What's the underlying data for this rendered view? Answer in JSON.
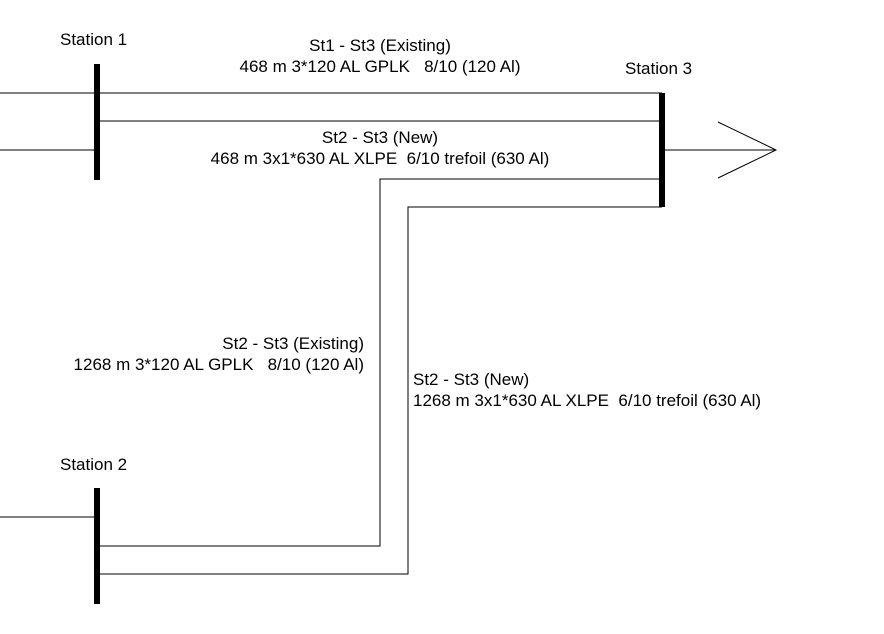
{
  "stations": {
    "st1": "Station 1",
    "st2": "Station 2",
    "st3": "Station 3"
  },
  "cables": {
    "st1_st3_existing": {
      "name": "St1 - St3 (Existing)",
      "spec": "468 m 3*120 AL GPLK   8/10 (120 Al)"
    },
    "st2_st3_new_top": {
      "name": "St2 - St3 (New)",
      "spec": "468 m 3x1*630 AL XLPE  6/10 trefoil (630 Al)"
    },
    "st2_st3_existing": {
      "name": "St2 - St3 (Existing)",
      "spec": "1268 m 3*120 AL GPLK   8/10 (120 Al)"
    },
    "st2_st3_new_bottom": {
      "name": "St2 - St3 (New)",
      "spec": "1268 m 3x1*630 AL XLPE  6/10 trefoil (630 Al)"
    }
  },
  "colors": {
    "line": "#000000",
    "background": "#ffffff"
  }
}
